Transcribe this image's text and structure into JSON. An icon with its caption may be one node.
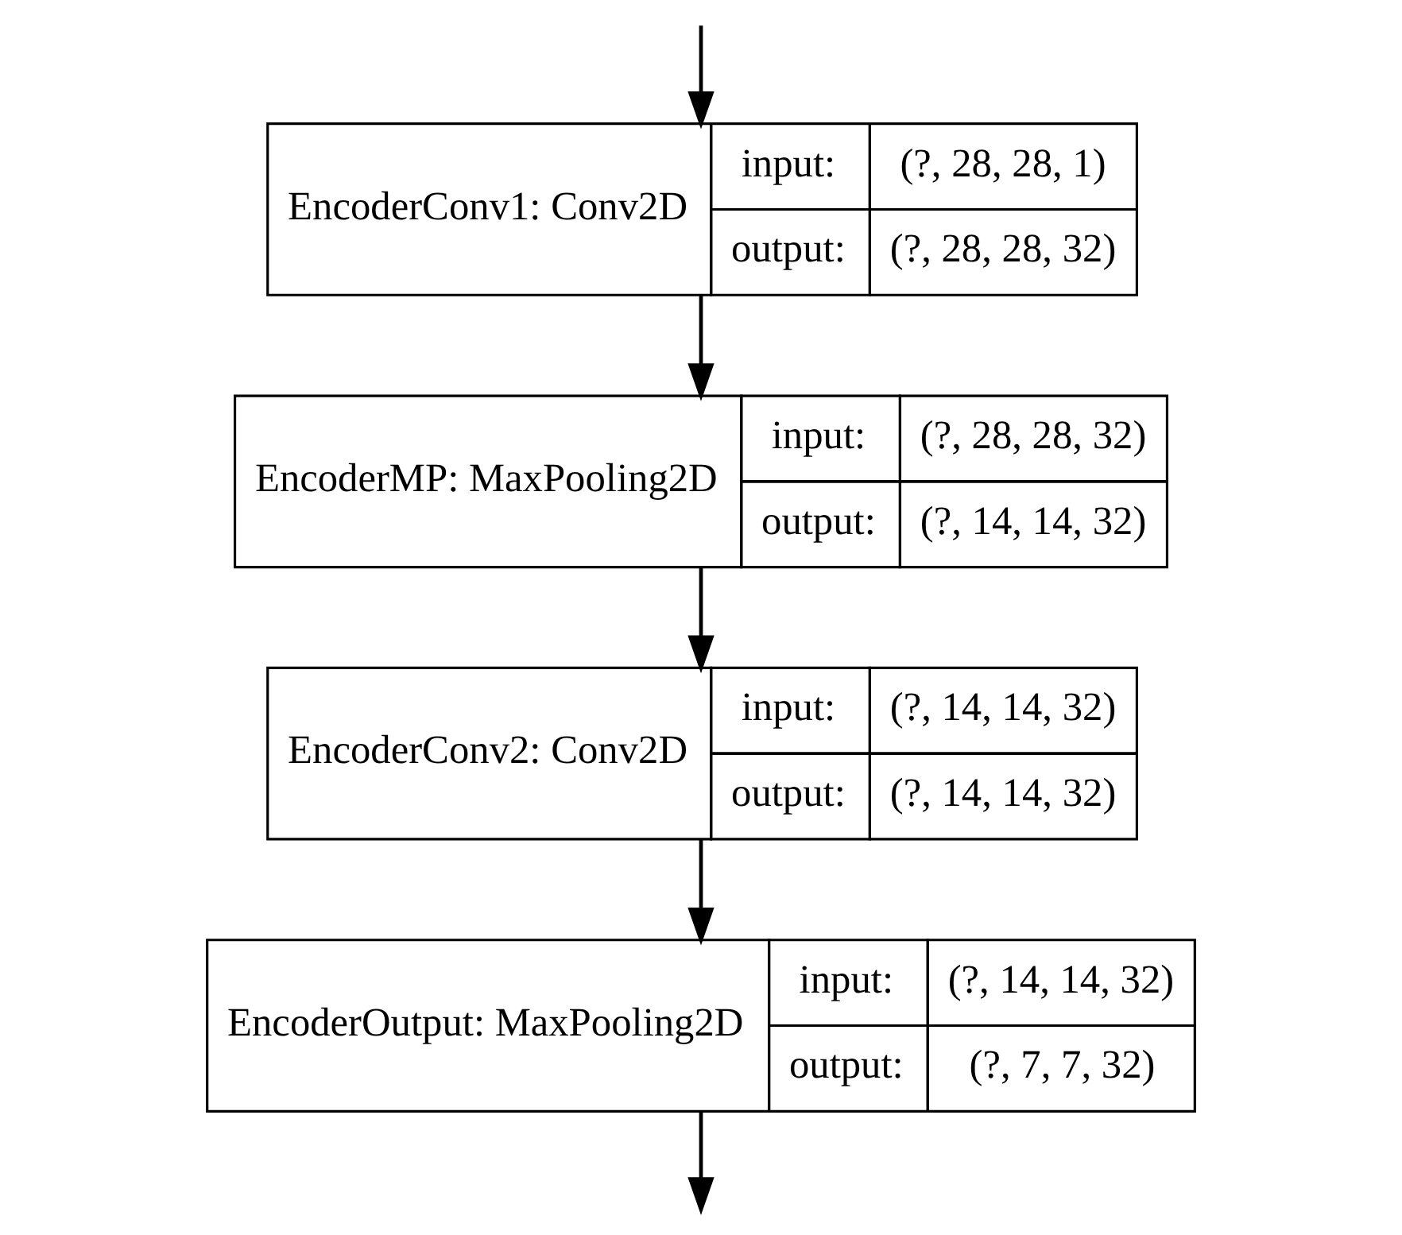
{
  "diagram": {
    "nodes": [
      {
        "text": [
          "EncoderConv1: Conv2D",
          "input:",
          "(?, 28, 28, 1)",
          "output:",
          "(?, 28, 28, 32)"
        ]
      },
      {
        "text": [
          "EncoderMP: MaxPooling2D",
          "input:",
          "(?, 28, 28, 32)",
          "output:",
          "(?, 14, 14, 32)"
        ]
      },
      {
        "text": [
          "EncoderConv2: Conv2D",
          "input:",
          "(?, 14, 14, 32)",
          "output:",
          "(?, 14, 14, 32)"
        ]
      },
      {
        "text": [
          "EncoderOutput: MaxPooling2D",
          "input:",
          "(?, 14, 14, 32)",
          "output:",
          "(?, 7, 7, 32)"
        ]
      }
    ],
    "edges": [
      {
        "from": null,
        "to": 0,
        "arrow": "to"
      },
      {
        "from": 0,
        "to": 1,
        "arrow": "to"
      },
      {
        "from": 1,
        "to": 2,
        "arrow": "to"
      },
      {
        "from": 2,
        "to": 3,
        "arrow": "to"
      },
      {
        "from": 3,
        "to": null,
        "arrow": "to"
      }
    ]
  }
}
